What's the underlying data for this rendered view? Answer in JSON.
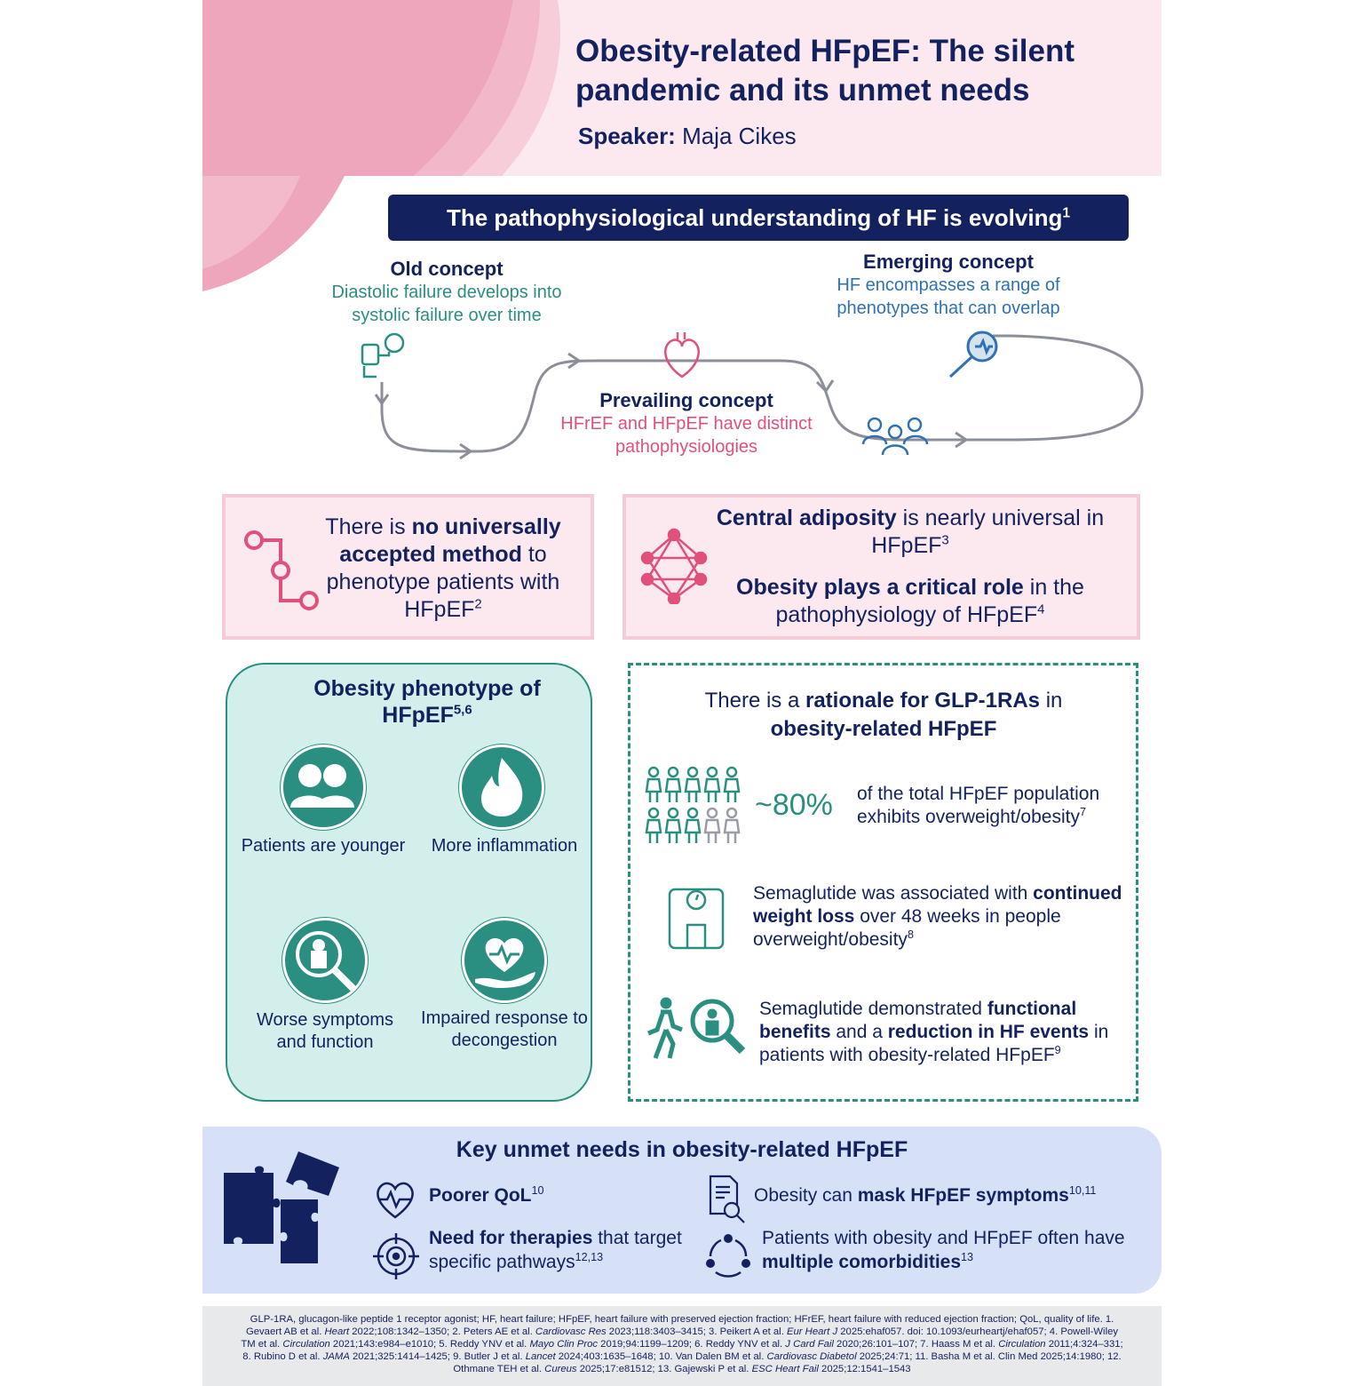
{
  "header": {
    "title_line1": "Obesity-related HFpEF: The silent",
    "title_line2": "pandemic and its unmet needs",
    "speaker_label": "Speaker:",
    "speaker_name": " Maja Cikes"
  },
  "banner": {
    "text": "The pathophysiological understanding of HF is evolving",
    "sup": "1"
  },
  "concepts": {
    "old": {
      "title": "Old concept",
      "desc1": "Diastolic failure develops into",
      "desc2": "systolic failure over time"
    },
    "prevailing": {
      "title": "Prevailing concept",
      "desc1": "HFrEF and HFpEF have distinct",
      "desc2": "pathophysiologies"
    },
    "emerging": {
      "title": "Emerging concept",
      "desc1": "HF encompasses a range of",
      "desc2": "phenotypes that can overlap"
    }
  },
  "box_left": {
    "t1": "There is ",
    "b1": "no universally accepted method",
    "t2": " to phenotype patients with HFpEF",
    "sup": "2"
  },
  "box_right": {
    "b1": "Central adiposity",
    "t1": " is nearly universal in HFpEF",
    "sup1": "3",
    "b2": "Obesity plays a critical role",
    "t2": " in the pathophysiology of HFpEF",
    "sup2": "4"
  },
  "phenotype": {
    "title": "Obesity phenotype of HFpEF",
    "sup": "5,6",
    "items": [
      {
        "label": "Patients are younger"
      },
      {
        "label": "More inflammation"
      },
      {
        "label": "Worse symptoms and function"
      },
      {
        "label": "Impaired response to decongestion"
      }
    ]
  },
  "rationale": {
    "t1": "There is a ",
    "b1": "rationale for GLP-1RAs",
    "t2": " in ",
    "b2": "obesity-related HFpEF",
    "stat": "~80%",
    "stat_desc": "of the total HFpEF population exhibits overweight/obesity",
    "stat_sup": "7",
    "sema1_t1": "Semaglutide was associated with ",
    "sema1_b": "continued weight loss",
    "sema1_t2": " over 48 weeks in people overweight/obesity",
    "sema1_sup": "8",
    "sema2_t1": "Semaglutide demonstrated ",
    "sema2_b1": "functional benefits",
    "sema2_t2": " and a ",
    "sema2_b2": "reduction in HF events",
    "sema2_t3": " in patients with obesity-related HFpEF",
    "sema2_sup": "9"
  },
  "needs": {
    "title": "Key unmet needs in obesity-related HFpEF",
    "n1_b": "Poorer QoL",
    "n1_sup": "10",
    "n2_t": "Obesity can ",
    "n2_b": "mask HFpEF symptoms",
    "n2_sup": "10,11",
    "n3_b": "Need for therapies",
    "n3_t": " that target specific pathways",
    "n3_sup": "12,13",
    "n4_t": "Patients with obesity and HFpEF often have ",
    "n4_b": "multiple comorbidities",
    "n4_sup": "13"
  },
  "footer": [
    {
      "t": "GLP-1RA, glucagon-like peptide 1 receptor agonist; HF, heart failure; HFpEF, heart failure with preserved ejection fraction; HFrEF, heart failure with reduced ejection fraction; QoL, quality of life. 1. Gevaert AB et al. "
    },
    {
      "t": "Heart",
      "i": true
    },
    {
      "t": " 2022;108:1342–1350; 2. Peters AE et al. "
    },
    {
      "t": "Cardiovasc Res",
      "i": true
    },
    {
      "t": " 2023;118:3403–3415; 3. Peikert A et al. "
    },
    {
      "t": "Eur Heart J",
      "i": true
    },
    {
      "t": " 2025:ehaf057. doi: 10.1093/eurheartj/ehaf057; 4. Powell-Wiley TM et al. "
    },
    {
      "t": "Circulation",
      "i": true
    },
    {
      "t": " 2021;143:e984–e1010; 5. Reddy YNV et al. "
    },
    {
      "t": "Mayo Clin Proc",
      "i": true
    },
    {
      "t": " 2019;94:1199–1209; 6. Reddy YNV et al. "
    },
    {
      "t": "J Card Fail",
      "i": true
    },
    {
      "t": " 2020;26:101–107; 7. Haass M et al. "
    },
    {
      "t": "Circulation",
      "i": true
    },
    {
      "t": " 2011;4:324–331; 8. Rubino D et al. "
    },
    {
      "t": "JAMA",
      "i": true
    },
    {
      "t": " 2021;325:1414–1425; 9. Butler J et al. "
    },
    {
      "t": "Lancet",
      "i": true
    },
    {
      "t": " 2024;403:1635–1648; 10. Van Dalen BM et al. "
    },
    {
      "t": "Cardiovasc Diabetol",
      "i": true
    },
    {
      "t": " 2025;24:71; 11. Basha M et al. Clin Med 2025;14:1980; 12. Othmane TEH et al. "
    },
    {
      "t": "Cureus",
      "i": true
    },
    {
      "t": " 2025;17:e81512; 13. Gajewski P et al. "
    },
    {
      "t": "ESC Heart Fail",
      "i": true
    },
    {
      "t": " 2025;12:1541–1543"
    }
  ],
  "colors": {
    "navy": "#13215e",
    "teal": "#2a8f80",
    "pink": "#e0507a",
    "blue": "#2e72b4"
  }
}
